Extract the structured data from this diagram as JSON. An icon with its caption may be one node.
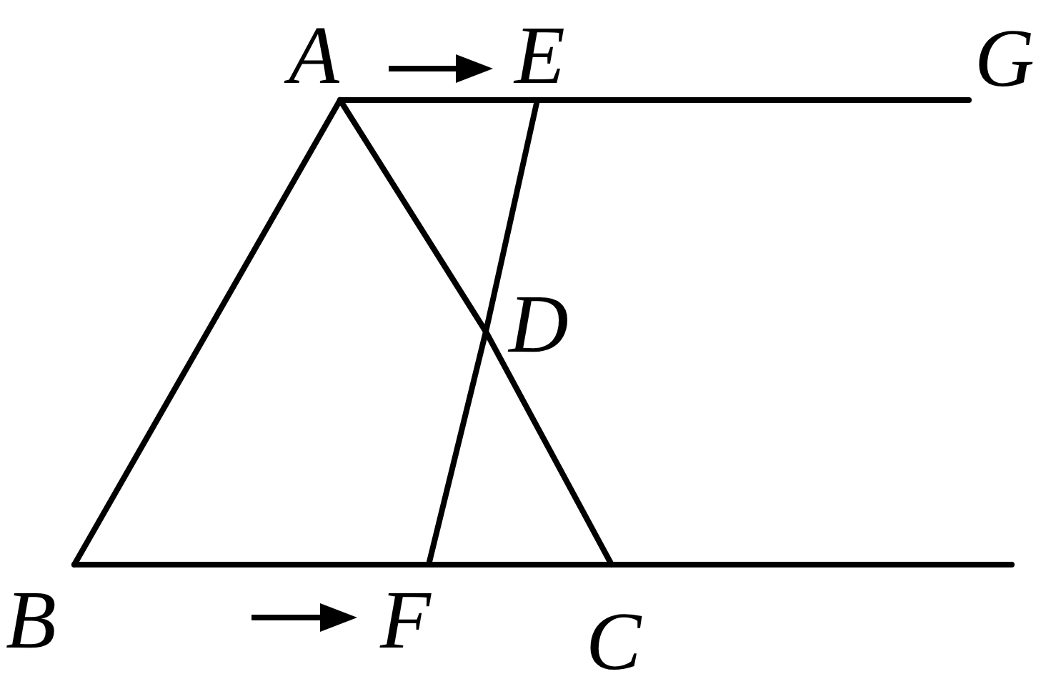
{
  "diagram": {
    "nodes": [
      {
        "text": [
          "A"
        ]
      },
      {
        "text": [
          "E"
        ]
      },
      {
        "text": [
          "G"
        ]
      },
      {
        "text": [
          "D"
        ]
      },
      {
        "text": [
          "B"
        ]
      },
      {
        "text": [
          "F"
        ]
      },
      {
        "text": [
          "C"
        ]
      }
    ],
    "edges": [
      {
        "from": 0,
        "to": 1,
        "arrow": "none"
      },
      {
        "from": 1,
        "to": 2,
        "arrow": "none"
      },
      {
        "from": 0,
        "to": 3,
        "arrow": "none"
      },
      {
        "from": 3,
        "to": 6,
        "arrow": "none"
      },
      {
        "from": 1,
        "to": 3,
        "arrow": "none"
      },
      {
        "from": 3,
        "to": 5,
        "arrow": "none"
      },
      {
        "from": 0,
        "to": 4,
        "arrow": "none"
      },
      {
        "from": 4,
        "to": 5,
        "arrow": "none"
      },
      {
        "from": 5,
        "to": 6,
        "arrow": "none"
      },
      {
        "from": 6,
        "to": null,
        "arrow": "none"
      }
    ]
  }
}
